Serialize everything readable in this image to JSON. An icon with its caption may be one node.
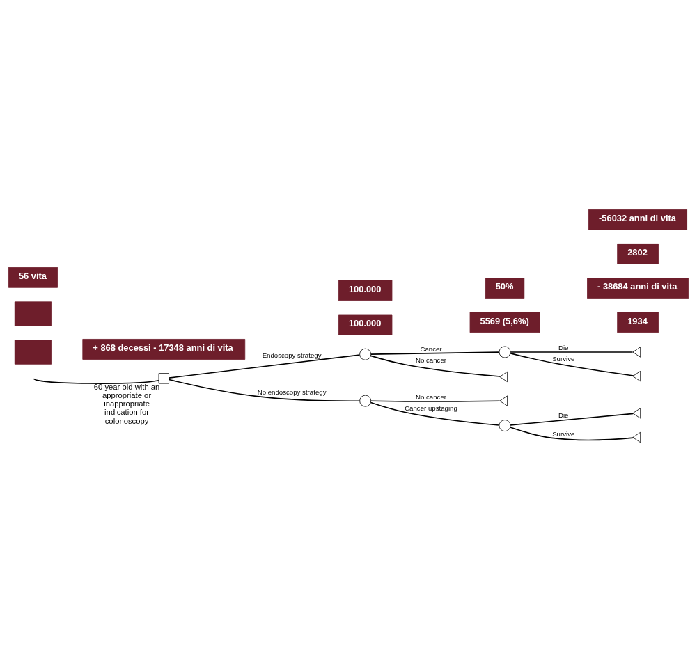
{
  "diagram": {
    "nodes": [
      {
        "text": [
          "1934"
        ]
      },
      {
        "text": [
          "5569 (5,6%)"
        ]
      },
      {
        "text": [],
        "shape": "box"
      },
      {
        "text": [
          "- 38684 anni di vita"
        ]
      },
      {
        "text": [],
        "shape": "circle"
      },
      {
        "text": [],
        "shape": "triangle"
      },
      {
        "text": [],
        "shape": "triangle"
      },
      {
        "text": [],
        "shape": "circle"
      },
      {
        "text": [
          "100.000"
        ]
      },
      {
        "text": [],
        "shape": "triangle"
      },
      {
        "text": [],
        "shape": "box",
        "beside": [
          "60 year old with an appropriate or inappropriate indication for colonoscopy"
        ]
      },
      {
        "text": [],
        "shape": "triangle"
      },
      {
        "text": [],
        "shape": "box"
      },
      {
        "text": [
          "2802"
        ]
      },
      {
        "text": [],
        "shape": "circle"
      },
      {
        "text": [],
        "shape": "triangle"
      },
      {
        "text": [
          "100.000"
        ]
      },
      {
        "text": [
          "56 vita"
        ]
      },
      {
        "text": [
          "-56032 anni di vita"
        ]
      },
      {
        "text": [],
        "shape": "circle"
      },
      {
        "text": [
          "+ 868 decessi - 17348 anni di vita"
        ]
      },
      {
        "text": [
          "50%"
        ]
      },
      {
        "text": [],
        "shape": "triangle"
      }
    ],
    "edges": [
      {
        "from": null,
        "to": 10,
        "arrow": "none"
      },
      {
        "from": 10,
        "to": 7,
        "arrow": "none",
        "label": "Endoscopy strategy"
      },
      {
        "from": 7,
        "to": 4,
        "arrow": "none",
        "label": "Cancer"
      },
      {
        "from": 4,
        "to": 5,
        "arrow": "none",
        "label": "Die"
      },
      {
        "from": 4,
        "to": 6,
        "arrow": "none",
        "label": "Survive"
      },
      {
        "from": 7,
        "to": 9,
        "arrow": "none",
        "label": "No cancer"
      },
      {
        "from": 10,
        "to": 14,
        "arrow": "none",
        "label": "No endoscopy strategy"
      },
      {
        "from": 14,
        "to": 11,
        "arrow": "none",
        "label": "No cancer"
      },
      {
        "from": 14,
        "to": 19,
        "arrow": "none",
        "label": "Cancer upstaging"
      },
      {
        "from": 19,
        "to": 15,
        "arrow": "none",
        "label": "Die"
      },
      {
        "from": 19,
        "to": 22,
        "arrow": "none",
        "label": "Survive"
      }
    ]
  }
}
